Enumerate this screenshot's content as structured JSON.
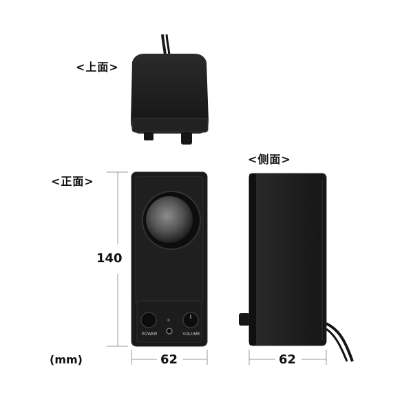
{
  "views": {
    "top": "<上面>",
    "side": "<側面>",
    "front": "<正面>"
  },
  "dimensions": {
    "height": "140",
    "front_width": "62",
    "side_depth": "62",
    "unit": "(mm)"
  },
  "controls": {
    "power_label": "POWER",
    "volume_label": "VOLUME"
  },
  "colors": {
    "body": "#1c1c1c",
    "dim_line": "#9a9a9a",
    "background": "#ffffff"
  }
}
